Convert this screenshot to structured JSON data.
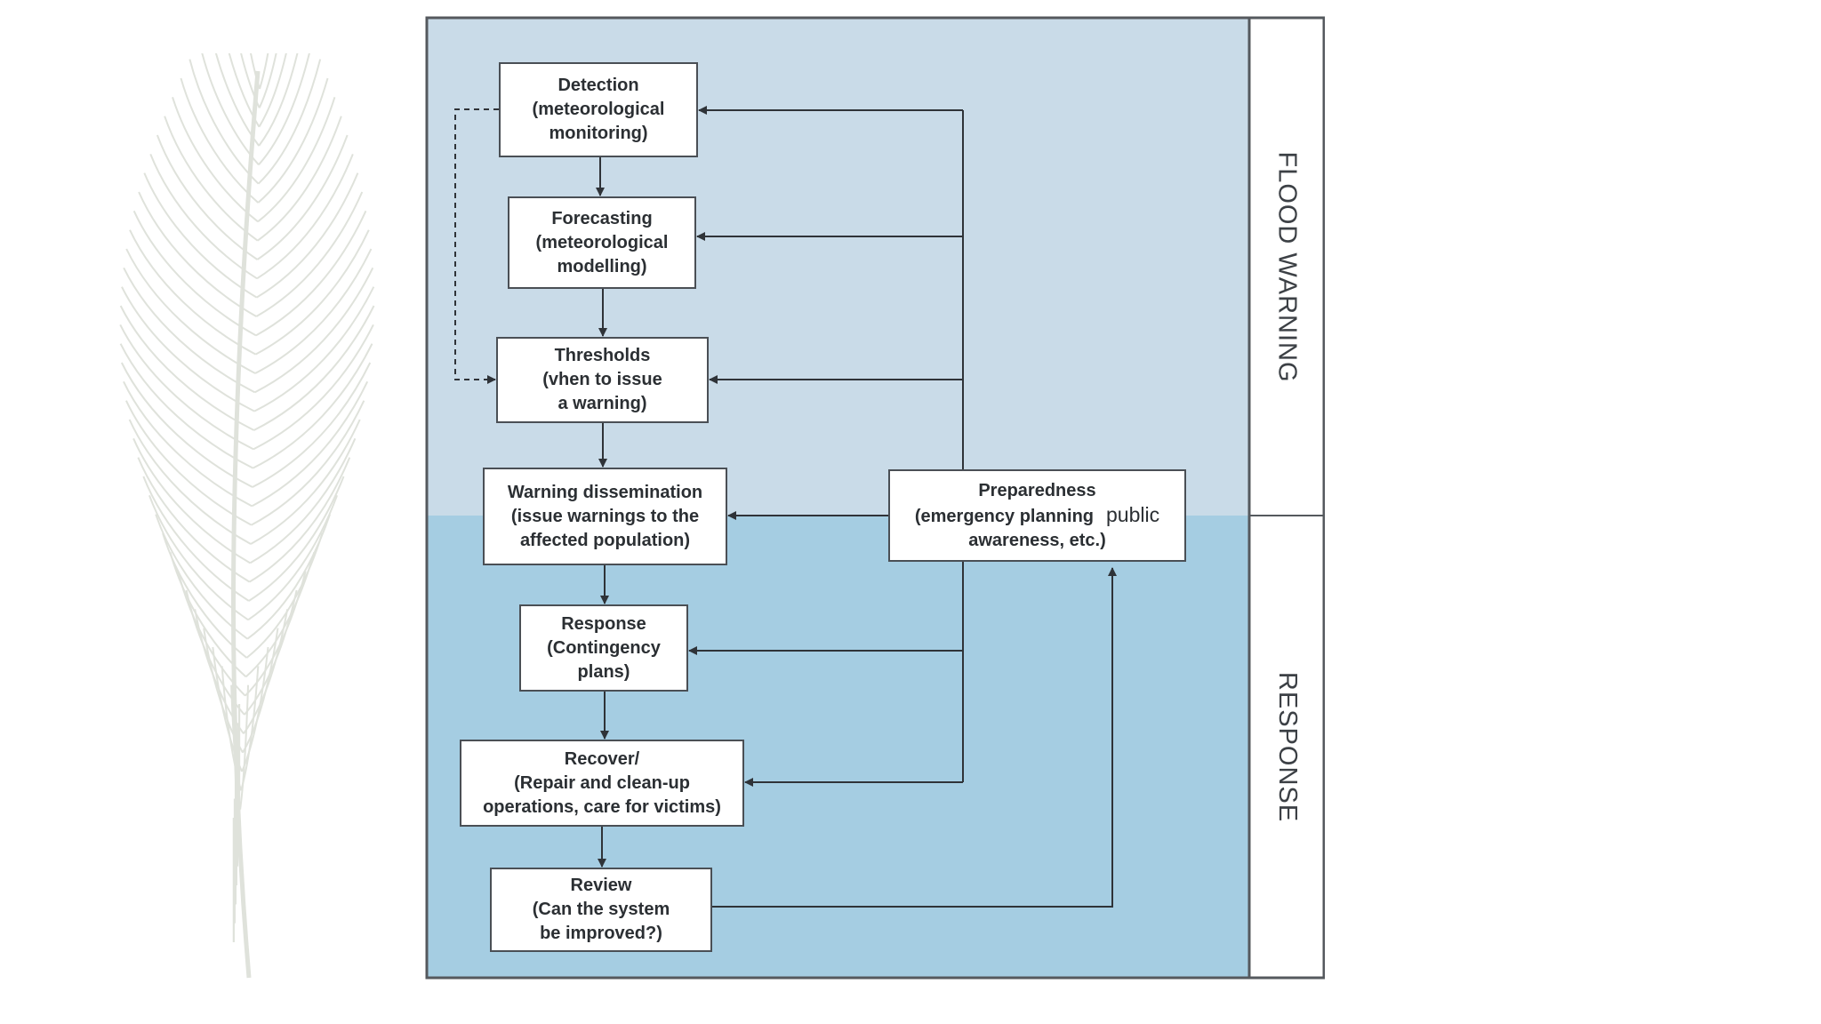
{
  "diagram": {
    "title": "",
    "steps": [
      {
        "id": "detection",
        "lines": [
          "Detection",
          "(meteorological",
          "monitoring)"
        ]
      },
      {
        "id": "forecasting",
        "lines": [
          "Forecasting",
          "(meteorological",
          "modelling)"
        ]
      },
      {
        "id": "thresholds",
        "lines": [
          "Thresholds",
          "(vhen to issue",
          "a warning)"
        ]
      },
      {
        "id": "dissemination",
        "lines": [
          "Warning dissemination",
          "(issue warnings to the",
          "affected population)"
        ]
      },
      {
        "id": "response",
        "lines": [
          "Response",
          "(Contingency",
          "plans)"
        ]
      },
      {
        "id": "recover",
        "lines": [
          "Recover/",
          "(Repair and clean-up",
          "operations, care for victims)"
        ]
      },
      {
        "id": "review",
        "lines": [
          "Review",
          "(Can the system",
          "be improved?)"
        ]
      }
    ],
    "preparedness": {
      "title": "Preparedness",
      "line2": "(emergency planning",
      "line2_extra": "public",
      "line3": "awareness, etc.)"
    },
    "phases": {
      "flood_warning": "FLOOD WARNING",
      "response": "RESPONSE"
    },
    "colors": {
      "flood_warning_band": "#c9dbe8",
      "response_band": "#a5cde2",
      "line": "#2f3338",
      "box_border": "#4a4f55"
    }
  }
}
